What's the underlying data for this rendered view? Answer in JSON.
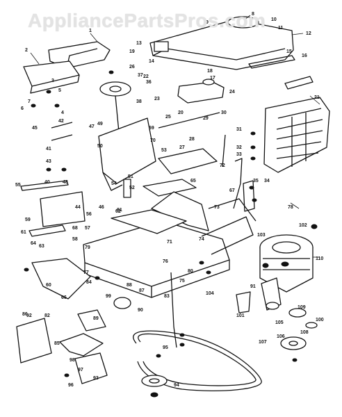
{
  "watermark": "AppliancePartsPros.com",
  "labels": [
    "1",
    "2",
    "3",
    "4",
    "5",
    "6",
    "7",
    "8",
    "9",
    "10",
    "11",
    "12",
    "13",
    "14",
    "15",
    "16",
    "17",
    "18",
    "19",
    "20",
    "21",
    "22",
    "23",
    "24",
    "25",
    "26",
    "27",
    "28",
    "29",
    "30",
    "31",
    "32",
    "33",
    "34",
    "35",
    "36",
    "37",
    "38",
    "40",
    "41",
    "42",
    "43",
    "44",
    "45",
    "46",
    "47",
    "48",
    "49",
    "50",
    "51",
    "52",
    "53",
    "54",
    "55",
    "56",
    "57",
    "58",
    "59",
    "60",
    "61",
    "62",
    "63",
    "64",
    "65",
    "66",
    "67",
    "68",
    "69",
    "70",
    "71",
    "72",
    "73",
    "74",
    "75",
    "76",
    "77",
    "78",
    "79",
    "80",
    "81",
    "82",
    "83",
    "84",
    "85",
    "86",
    "87",
    "88",
    "89",
    "90",
    "91",
    "92",
    "93",
    "94",
    "95",
    "96",
    "97",
    "98",
    "99",
    "100",
    "101",
    "102",
    "103",
    "104",
    "105",
    "106",
    "107",
    "108",
    "109",
    "110"
  ]
}
